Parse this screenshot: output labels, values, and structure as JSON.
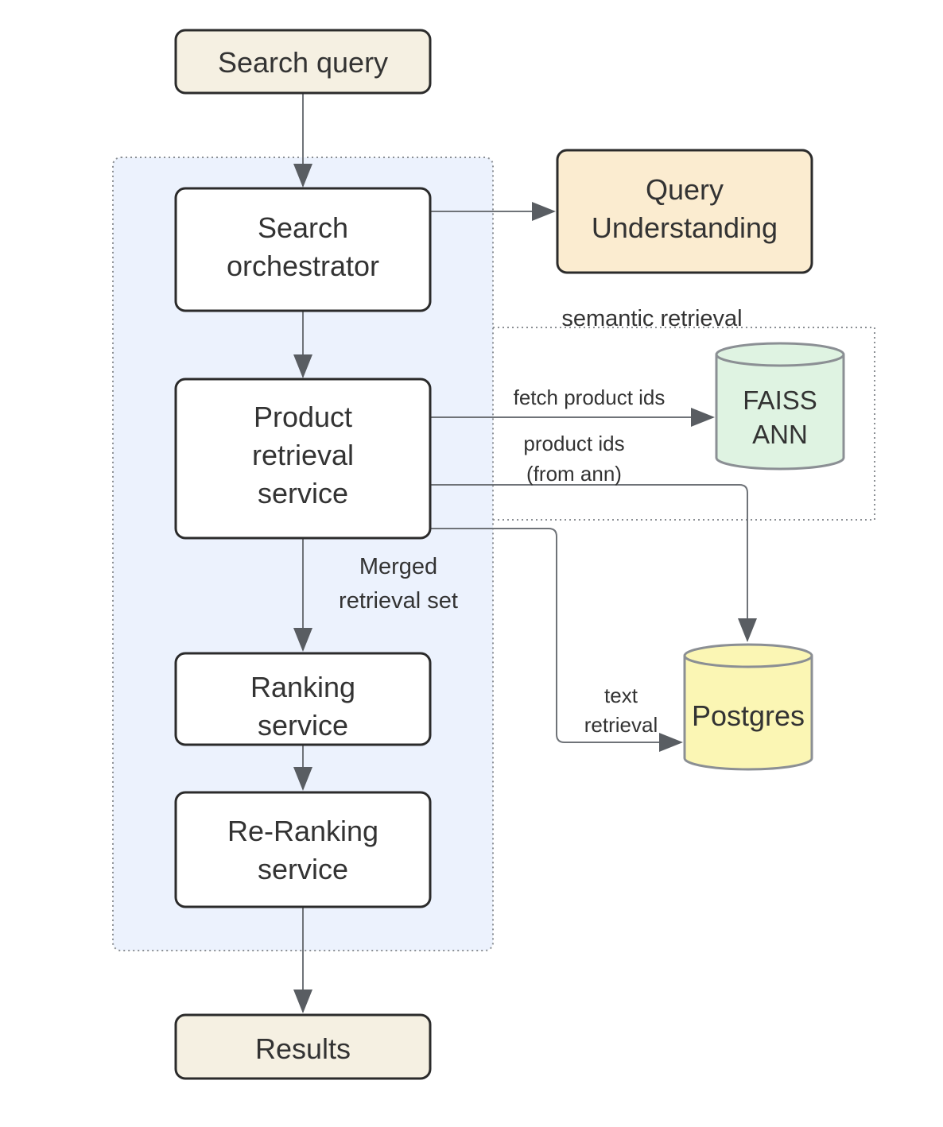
{
  "colors": {
    "io_fill": "#f5f0e2",
    "service_fill": "#ffffff",
    "query_understanding_fill": "#fbecd0",
    "faiss_fill": "#dff3e2",
    "postgres_fill": "#fbf6b4",
    "group_fill": "#ecf2fd",
    "border": "#2b2b2b",
    "edge": "#6f7378"
  },
  "nodes": {
    "search_query": {
      "lines": [
        "Search query"
      ],
      "shape": "rounded-rect"
    },
    "search_orchestrator": {
      "lines": [
        "Search",
        "orchestrator"
      ],
      "shape": "rounded-rect"
    },
    "query_understanding": {
      "lines": [
        "Query",
        "Understanding"
      ],
      "shape": "rounded-rect"
    },
    "product_retrieval": {
      "lines": [
        "Product",
        "retrieval",
        "service"
      ],
      "shape": "rounded-rect"
    },
    "faiss": {
      "lines": [
        "FAISS",
        "ANN"
      ],
      "shape": "cylinder"
    },
    "postgres": {
      "lines": [
        "Postgres"
      ],
      "shape": "cylinder"
    },
    "ranking": {
      "lines": [
        "Ranking",
        "service"
      ],
      "shape": "rounded-rect"
    },
    "reranking": {
      "lines": [
        "Re-Ranking",
        "service"
      ],
      "shape": "rounded-rect"
    },
    "results": {
      "lines": [
        "Results"
      ],
      "shape": "rounded-rect"
    }
  },
  "groups": {
    "semantic_retrieval": {
      "label": "semantic retrieval"
    }
  },
  "edges": [
    {
      "from": "search_query",
      "to": "search_orchestrator",
      "label": []
    },
    {
      "from": "search_orchestrator",
      "to": "query_understanding",
      "label": []
    },
    {
      "from": "search_orchestrator",
      "to": "product_retrieval",
      "label": []
    },
    {
      "from": "product_retrieval",
      "to": "faiss",
      "label": [
        "fetch product ids"
      ]
    },
    {
      "from": "product_retrieval",
      "to": "postgres",
      "label": [
        "product ids",
        "(from ann)"
      ]
    },
    {
      "from": "product_retrieval",
      "to": "postgres",
      "label": [
        "text",
        "retrieval"
      ]
    },
    {
      "from": "product_retrieval",
      "to": "ranking",
      "label": [
        "Merged",
        "retrieval set"
      ]
    },
    {
      "from": "ranking",
      "to": "reranking",
      "label": []
    },
    {
      "from": "reranking",
      "to": "results",
      "label": []
    }
  ]
}
